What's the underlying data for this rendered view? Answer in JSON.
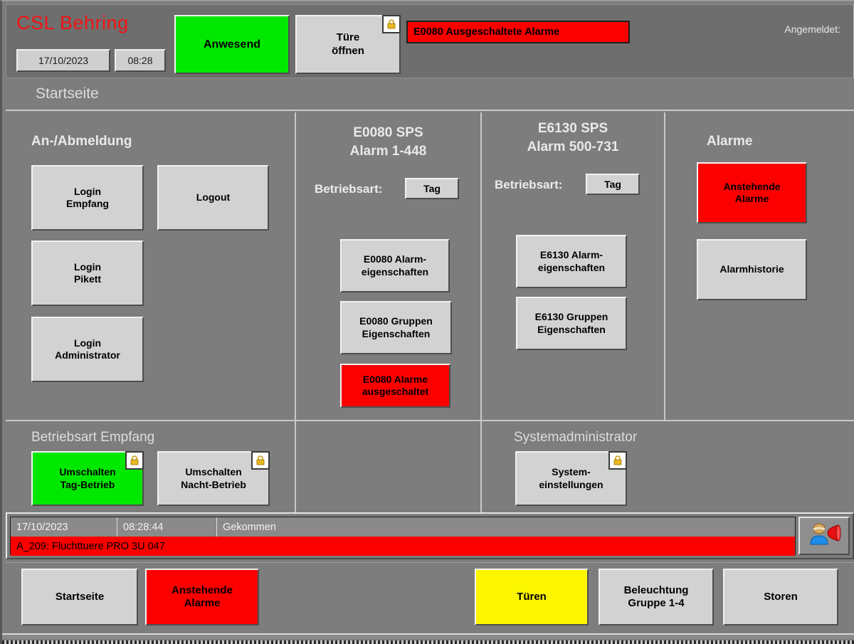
{
  "header": {
    "brand": "CSL Behring",
    "date": "17/10/2023",
    "time": "08:28",
    "presence_button": "Anwesend",
    "door_button": "Türe\nöffnen",
    "alarm_banner": "E0080 Ausgeschaltete Alarme",
    "logged_in_label": "Angemeldet:",
    "lock_icon": "lock-icon"
  },
  "page": {
    "title": "Startseite"
  },
  "login_panel": {
    "title": "An-/Abmeldung",
    "buttons": [
      {
        "label": "Login\nEmpfang"
      },
      {
        "label": "Logout"
      },
      {
        "label": "Login\nPikett"
      },
      {
        "label": "Login\nAdministrator"
      }
    ]
  },
  "sps_e0080": {
    "title": "E0080 SPS\nAlarm 1-448",
    "mode_label": "Betriebsart:",
    "mode_value": "Tag",
    "buttons": [
      {
        "label": "E0080 Alarm-\neigenschaften",
        "state": "normal"
      },
      {
        "label": "E0080 Gruppen\nEigenschaften",
        "state": "normal"
      },
      {
        "label": "E0080 Alarme\nausgeschaltet",
        "state": "alarm"
      }
    ]
  },
  "sps_e6130": {
    "title": "E6130 SPS\nAlarm 500-731",
    "mode_label": "Betriebsart:",
    "mode_value": "Tag",
    "buttons": [
      {
        "label": "E6130 Alarm-\neigenschaften",
        "state": "normal"
      },
      {
        "label": "E6130 Gruppen\nEigenschaften",
        "state": "normal"
      }
    ]
  },
  "alarms_panel": {
    "title": "Alarme",
    "buttons": [
      {
        "label": "Anstehende\nAlarme",
        "state": "alarm"
      },
      {
        "label": "Alarmhistorie",
        "state": "normal"
      }
    ]
  },
  "betriebsart_empfang": {
    "title": "Betriebsart Empfang",
    "buttons": [
      {
        "label": "Umschalten\nTag-Betrieb",
        "state": "active",
        "lock": "lock-icon"
      },
      {
        "label": "Umschalten\nNacht-Betrieb",
        "state": "normal",
        "lock": "lock-icon"
      }
    ]
  },
  "systemadministrator": {
    "title": "Systemadministrator",
    "buttons": [
      {
        "label": "System-\neinstellungen",
        "state": "normal",
        "lock": "lock-icon"
      }
    ]
  },
  "alarm_log": {
    "columns": [
      "17/10/2023",
      "08:28:44",
      "Gekommen"
    ],
    "message": "A_209: Fluchttuere PRO 3U 047",
    "ack_icon": "operator-bell-icon"
  },
  "navbar": {
    "buttons": [
      {
        "label": "Startseite",
        "state": "normal"
      },
      {
        "label": "Anstehende\nAlarme",
        "state": "alarm"
      },
      {
        "label": "Türen",
        "state": "warning"
      },
      {
        "label": "Beleuchtung\nGruppe 1-4",
        "state": "normal"
      },
      {
        "label": "Storen",
        "state": "normal"
      }
    ]
  },
  "colors": {
    "background": "#7d7d7d",
    "button_face": "#d2d2d2",
    "alarm_red": "#fc0000",
    "active_green": "#00e800",
    "warning_yellow": "#fbf500",
    "brand_red": "#f21313",
    "lock_gold": "#e8b923"
  }
}
